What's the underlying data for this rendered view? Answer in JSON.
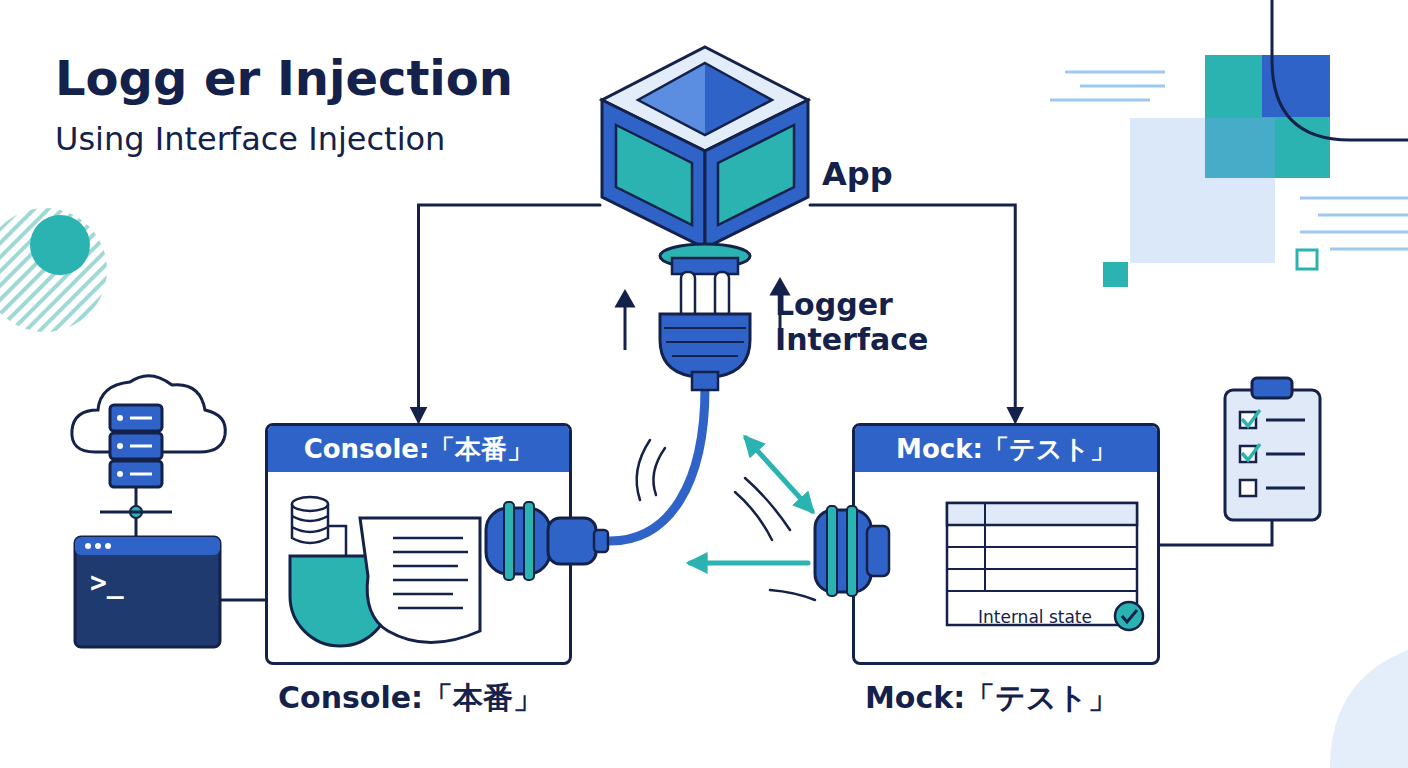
{
  "diagram": {
    "title": "Logg er Injection",
    "nodes": [
      {
        "text": [
          "App"
        ]
      },
      {
        "text": [
          "Logger Interface"
        ]
      },
      {
        "text": [
          "Console:「本番」",
          "Console:「本番」"
        ]
      },
      {
        "text": [
          "Mock:「テスト」",
          "Internal state",
          "Mock:「テスト」"
        ]
      }
    ],
    "edges": [
      {
        "from": 0,
        "to": 2,
        "arrow": "to"
      },
      {
        "from": 0,
        "to": 3,
        "arrow": "to"
      },
      {
        "from": 1,
        "to": 2,
        "arrow": "none"
      },
      {
        "from": 1,
        "to": 3,
        "arrow": "both"
      },
      {
        "from": 3,
        "to": 1,
        "arrow": "to"
      }
    ],
    "labels": [
      "Using Interface Injection",
      ">_"
    ]
  }
}
